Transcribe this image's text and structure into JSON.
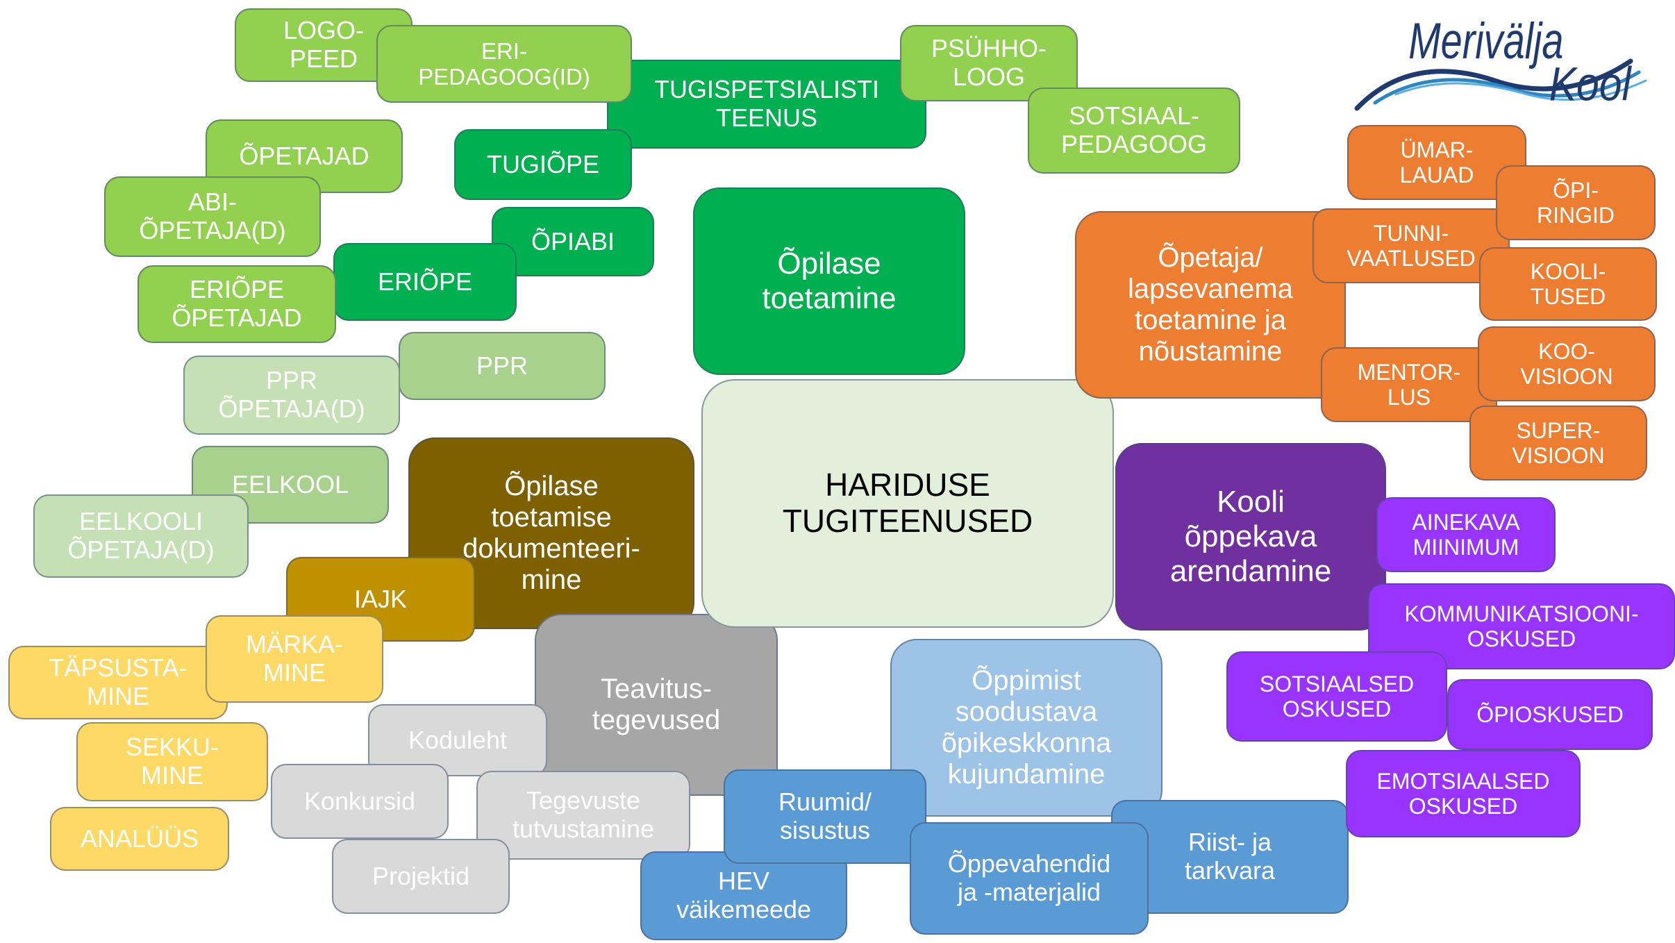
{
  "logo": {
    "line1": "Merivälja",
    "line2": "Kool"
  },
  "center": "HARIDUSE\nTUGITEENUSED",
  "boxes": {
    "logopeed": "LOGO-\nPEED",
    "eripedagoog": "ERI-\nPEDAGOOG(ID)",
    "tugispetsialisti": "TUGISPETSIALISTI\nTEENUS",
    "psyhholoog": "PSÜHHO-\nLOOG",
    "sotsiaalpedagoog": "SOTSIAAL-\nPEDAGOOG",
    "opetajad": "ÕPETAJAD",
    "abiopetaja": "ABI-\nÕPETAJA(D)",
    "tugiope": "TUGIÕPE",
    "opiabi": "ÕPIABI",
    "opilase_toetamine": "Õpilase\ntoetamine",
    "eriope": "ERIÕPE",
    "eriope_opetajad": "ERIÕPE\nÕPETAJAD",
    "ppr": "PPR",
    "ppr_opetaja": "PPR\nÕPETAJA(D)",
    "eelkool": "EELKOOL",
    "eelkooli_opetaja": "EELKOOLI\nÕPETAJA(D)",
    "dokumenteerimine": "Õpilase\ntoetamise\ndokumenteeri-\nmine",
    "iajk": "IAJK",
    "markamine": "MÄRKA-\nMINE",
    "tapsustamine": "TÄPSUSTA-\nMINE",
    "sekkumine": "SEKKU-\nMINE",
    "analyys": "ANALÜÜS",
    "teavitus": "Teavitus-\ntegevused",
    "koduleht": "Koduleht",
    "konkursid": "Konkursid",
    "tegevuste": "Tegevuste\ntutvustamine",
    "projektid": "Projektid",
    "hev": "HEV\nväikemeede",
    "ruumid": "Ruumid/\nsisustus",
    "opikeskkond": "Õppimist\nsoodustava\nõpikeskkonna\nkujundamine",
    "oppevahendid": "Õppevahendid\nja -materjalid",
    "riist": "Riist- ja\ntarkvara",
    "opetaja_toetamine": "Õpetaja/\nlapsevanema\ntoetamine ja\nnõustamine",
    "umarlauad": "ÜMAR-\nLAUAD",
    "opiringid": "ÕPI-\nRINGID",
    "tunnivaatlused": "TUNNI-\nVAATLUSED",
    "koolitused": "KOOLI-\nTUSED",
    "mentorlus": "MENTOR-\nLUS",
    "koovisioon": "KOO-\nVISIOON",
    "supervisioon": "SUPER-\nVISIOON",
    "oppekava": "Kooli\nõppekava\narendamine",
    "ainekava": "AINEKAVA\nMIINIMUM",
    "kommunikatsioon": "KOMMUNIKATSIOONI-\nOSKUSED",
    "sotsiaalsed": "SOTSIAALSED\nOSKUSED",
    "opioskused": "ÕPIOSKUSED",
    "emotsiaalsed": "EMOTSIAALSED\nOSKUSED"
  }
}
